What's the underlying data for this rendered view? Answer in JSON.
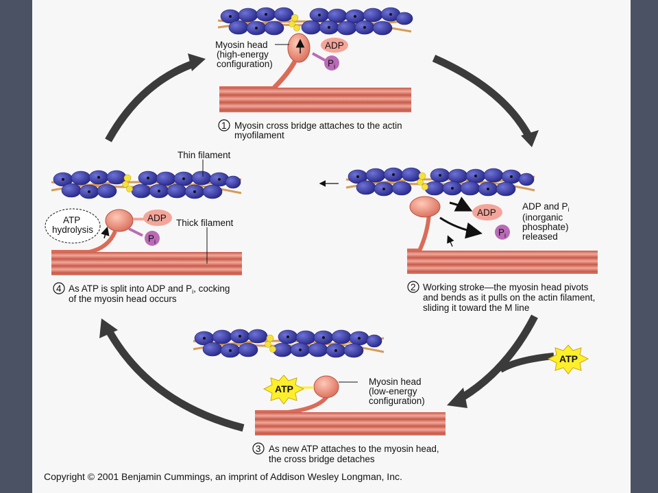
{
  "labels": {
    "myosin_head_high": [
      "Myosin head",
      "(high-energy",
      "configuration)"
    ],
    "adp": "ADP",
    "pi": "P",
    "pi_sub": "i",
    "step1": [
      "Myosin cross bridge attaches to the actin",
      "myofilament"
    ],
    "step1_num": "1",
    "thin_filament": "Thin filament",
    "thick_filament": "Thick filament",
    "atp_hydrolysis": [
      "ATP",
      "hydrolysis"
    ],
    "step4_line1_pre": "As ATP is split into ADP and P",
    "step4_line1_sub": "i",
    "step4_line1_post": ", cocking",
    "step4_line2": "of the myosin head occurs",
    "step4_num": "4",
    "released_line1_pre": "ADP and P",
    "released_line1_sub": "i",
    "released_rest": [
      "(inorganic",
      "phosphate)",
      "released"
    ],
    "step2": [
      "Working stroke—the myosin head pivots",
      "and bends as it pulls on the actin filament,",
      "sliding it toward the M line"
    ],
    "step2_num": "2",
    "atp": "ATP",
    "myosin_head_low": [
      "Myosin head",
      "(low-energy",
      "configuration)"
    ],
    "step3": [
      "As new ATP attaches to the myosin head,",
      "the cross bridge detaches"
    ],
    "step3_num": "3",
    "copyright": "Copyright © 2001 Benjamin Cummings, an imprint of Addison Wesley Longman, Inc."
  },
  "colors": {
    "slide_bg": "#4b5263",
    "panel_bg": "#f7f7f7",
    "actin_bead": "#3d3fa8",
    "tropomyosin": "#d69a58",
    "troponin": "#f4e23a",
    "myosin_head": "#f19a84",
    "adp": "#f4a59a",
    "pi": "#b96bb5",
    "thick_filament": "#e07c6a",
    "atp_burst": "#ffef2a",
    "cycle_arrow": "#3b3b3b"
  }
}
